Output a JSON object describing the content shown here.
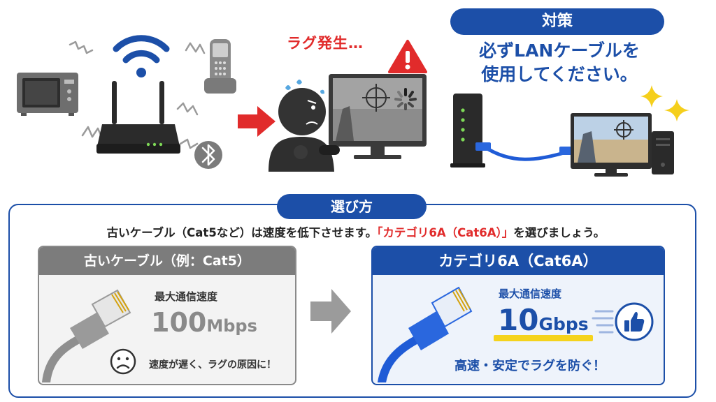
{
  "lag": {
    "text": "ラグ発生…"
  },
  "countermeasure": {
    "badge": "対策",
    "line1": "必ずLANケーブルを",
    "line2": "使用してください。"
  },
  "selection": {
    "badge": "選び方",
    "description_prefix": "古いケーブル（Cat5など）は速度を低下させます。",
    "description_highlight": "「カテゴリ6A（Cat6A）」",
    "description_suffix": "を選びましょう。"
  },
  "old_cable": {
    "title": "古いケーブル（例：Cat5）",
    "speed_label": "最大通信速度",
    "speed_value": "100",
    "speed_unit": "Mbps",
    "note": "速度が遅く、ラグの原因に！"
  },
  "new_cable": {
    "title": "カテゴリ6A（Cat6A）",
    "speed_label": "最大通信速度",
    "speed_value": "10",
    "speed_unit": "Gbps",
    "note": "高速・安定でラグを防ぐ！"
  },
  "icons": {
    "microwave": "microwave-icon",
    "router": "router-icon",
    "wifi": "wifi-icon",
    "phone": "cordless-phone-icon",
    "bluetooth": "bluetooth-icon",
    "warning": "warning-icon",
    "gamer": "frustrated-gamer-icon",
    "loading": "loading-spinner-icon",
    "sparkle": "sparkle-icon",
    "sad": "sad-face-icon",
    "thumbs_up": "thumbs-up-icon"
  },
  "colors": {
    "brand_blue": "#1c4fa8",
    "alert_red": "#e12b2b",
    "highlight_yellow": "#f5d31c",
    "old_gray": "#7c7c7c"
  }
}
